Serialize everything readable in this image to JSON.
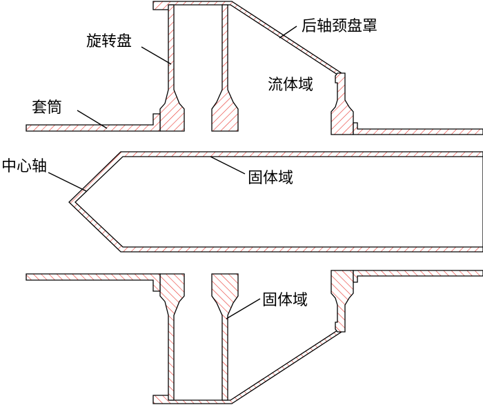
{
  "labels": {
    "rotating_disk": "旋转盘",
    "rear_journal_cover": "后轴颈盘罩",
    "fluid_domain": "流体域",
    "sleeve": "套筒",
    "center_shaft": "中心轴",
    "solid_domain_center": "固体域",
    "solid_domain_bottom": "固体域"
  },
  "colors": {
    "hatch": "#e8322b",
    "outline": "#000000"
  }
}
